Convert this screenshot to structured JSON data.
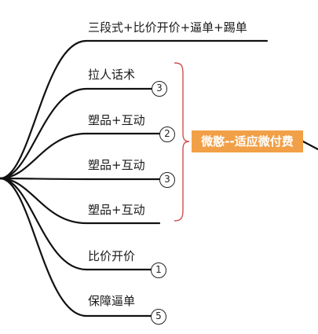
{
  "center": {
    "label": "微憨--适应微付费"
  },
  "branches": [
    {
      "label": "三段式+比价开价+逼单+踢单",
      "badge": ""
    },
    {
      "label": "拉人话术",
      "badge": "3"
    },
    {
      "label": "塑品+互动",
      "badge": "2"
    },
    {
      "label": "塑品+互动",
      "badge": "3"
    },
    {
      "label": "塑品+互动",
      "badge": ""
    },
    {
      "label": "比价开价",
      "badge": "1"
    },
    {
      "label": "保障逼单",
      "badge": "5"
    }
  ],
  "colors": {
    "bracket": "#d0504f",
    "center_fill": "#f1a047",
    "line": "#111111"
  }
}
